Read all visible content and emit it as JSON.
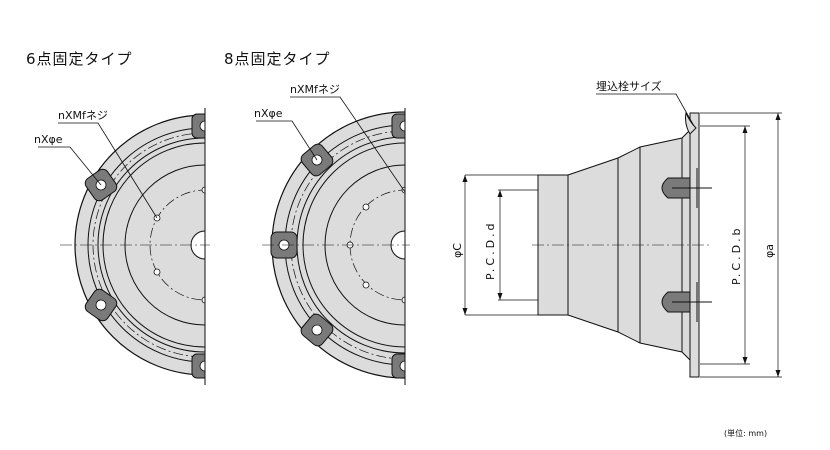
{
  "titles": {
    "six_point": "6点固定タイプ",
    "eight_point": "8点固定タイプ"
  },
  "labels": {
    "bolt_thread": "nXMfネジ",
    "hole_dia": "nXφe",
    "embedded_bolt": "埋込栓サイズ",
    "phi_c": "φC",
    "pcd_d": "P.C.D.d",
    "pcd_b": "P.C.D.b",
    "phi_a": "φa"
  },
  "unit_note": "(単位: mm)",
  "colors": {
    "body_gray": "#dcdcdc",
    "lug_gray": "#7a7a7a",
    "line": "#111111"
  }
}
